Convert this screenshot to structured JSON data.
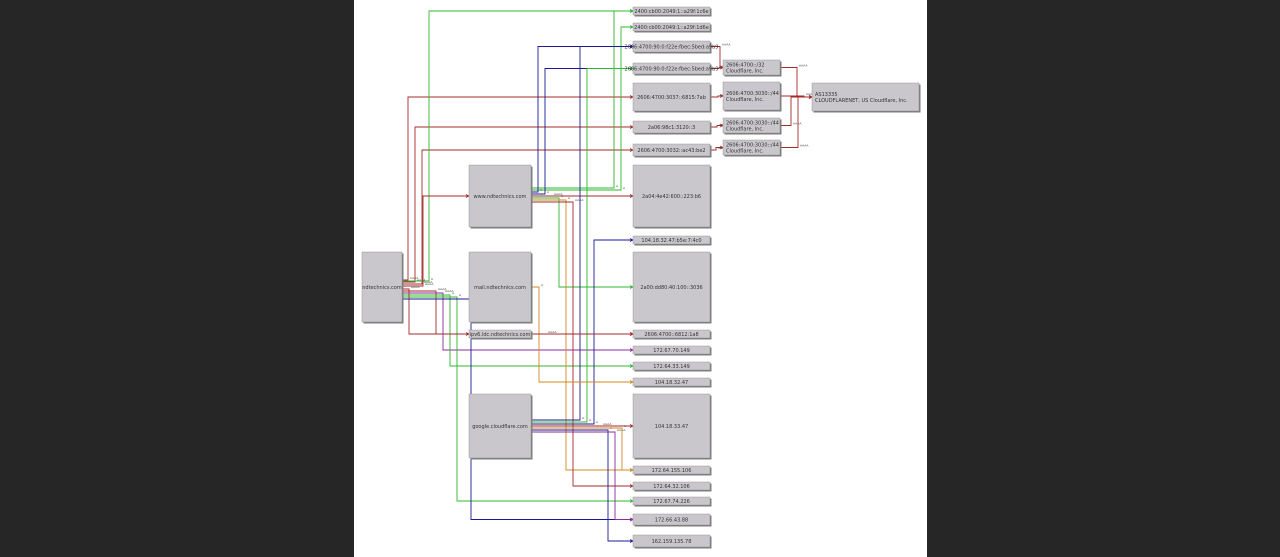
{
  "theme": {
    "viewer_background": "#262626",
    "canvas_background": "#ffffff",
    "node_fill": "#c9c7cc",
    "node_stroke": "#888888",
    "edge_colors": {
      "red": "#a52a2a",
      "green": "#2db82d",
      "blue": "#1a1a9a",
      "purple": "#8b2b9b",
      "orange": "#d08a1e"
    }
  },
  "diagram": {
    "type": "dns-resolution-graph",
    "nodes": [
      {
        "id": "root",
        "label": "ndtechnics.com"
      },
      {
        "id": "n_www",
        "label": "www.ndtechnics.com"
      },
      {
        "id": "n_mail",
        "label": "mail.ndtechnics.com"
      },
      {
        "id": "n_pass",
        "label": "ipv6.ldc.ndtechnics.com"
      },
      {
        "id": "n_google",
        "label": "google.cloudflare.com"
      },
      {
        "id": "v6_1",
        "label": "2400:cb00:2049:1::a29f:1c6e"
      },
      {
        "id": "v6_2",
        "label": "2400:cb00:2049:1::a29f:1d6e"
      },
      {
        "id": "v6_3",
        "label": "2606:4700:90:0:f22e:fbec:5bed:a9b9"
      },
      {
        "id": "v6_4",
        "label": "2606:4700:90:0:f22e:fbec:5bed:a9b9"
      },
      {
        "id": "v6_5",
        "label": "2606:4700:3037::6815:7ab"
      },
      {
        "id": "v6_6",
        "label": "2a06:98c1:3120::3"
      },
      {
        "id": "v6_7",
        "label": "2606:4700:3032::ac43:be2"
      },
      {
        "id": "v6_big1",
        "label": "2a04:4e42:600::223:b6"
      },
      {
        "id": "v4_1",
        "label": "104.18.32.47:b5e:7:4c0"
      },
      {
        "id": "v4_big2",
        "label": "2a00:dd80:40:100::3036"
      },
      {
        "id": "v4_2",
        "label": "2606:4700::6812:1a8"
      },
      {
        "id": "v4_3",
        "label": "172.67.70.149"
      },
      {
        "id": "v4_4",
        "label": "172.64.33.149"
      },
      {
        "id": "v4_5",
        "label": "104.18.32.47"
      },
      {
        "id": "v4_big3",
        "label": "104.18.33.47"
      },
      {
        "id": "v4_6",
        "label": "172.64.155.106"
      },
      {
        "id": "v4_7",
        "label": "172.64.32.106"
      },
      {
        "id": "v4_8",
        "label": "172.67.74.226"
      },
      {
        "id": "v4_9",
        "label": "172.66.43.88"
      },
      {
        "id": "v4_10",
        "label": "162.159.135.78"
      },
      {
        "id": "net_1",
        "label": "2606:4700::/32\nCloudflare, Inc."
      },
      {
        "id": "net_2",
        "label": "2606:4700:3030::/44\nCloudflare, Inc."
      },
      {
        "id": "net_3",
        "label": "2606:4700:3030::/44\nCloudflare, Inc."
      },
      {
        "id": "net_4",
        "label": "2606:4700:3030::/44\nCloudflare, Inc."
      },
      {
        "id": "asn",
        "label": "AS13335\nCLOUDFLARENET, US Cloudflare, Inc."
      }
    ],
    "edge_label_a": "A",
    "edge_label_aaaa": "AAAA",
    "edge_label_cname": "CNAME"
  }
}
